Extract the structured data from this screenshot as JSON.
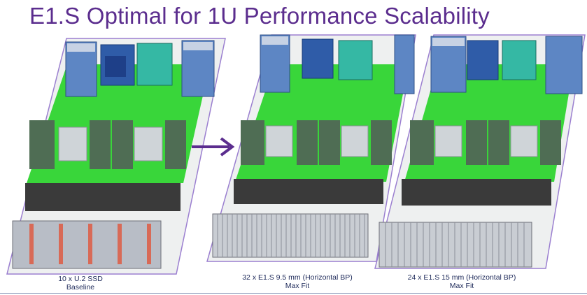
{
  "slide": {
    "title": "E1.S Optimal for 1U Performance Scalability"
  },
  "configs": [
    {
      "line1": "10 x U.2 SSD",
      "line2": "Baseline"
    },
    {
      "line1": "32 x E1.S 9.5 mm (Horizontal BP)",
      "line2": "Max Fit"
    },
    {
      "line1": "24 x E1.S 15 mm (Horizontal BP)",
      "line2": "Max Fit"
    }
  ],
  "colors": {
    "title": "#5b2d8e",
    "arrow": "#5b2d8e",
    "pcb": "#39d63a",
    "chassis_outline": "#9b7fd0",
    "psu": "#5d86c4"
  }
}
